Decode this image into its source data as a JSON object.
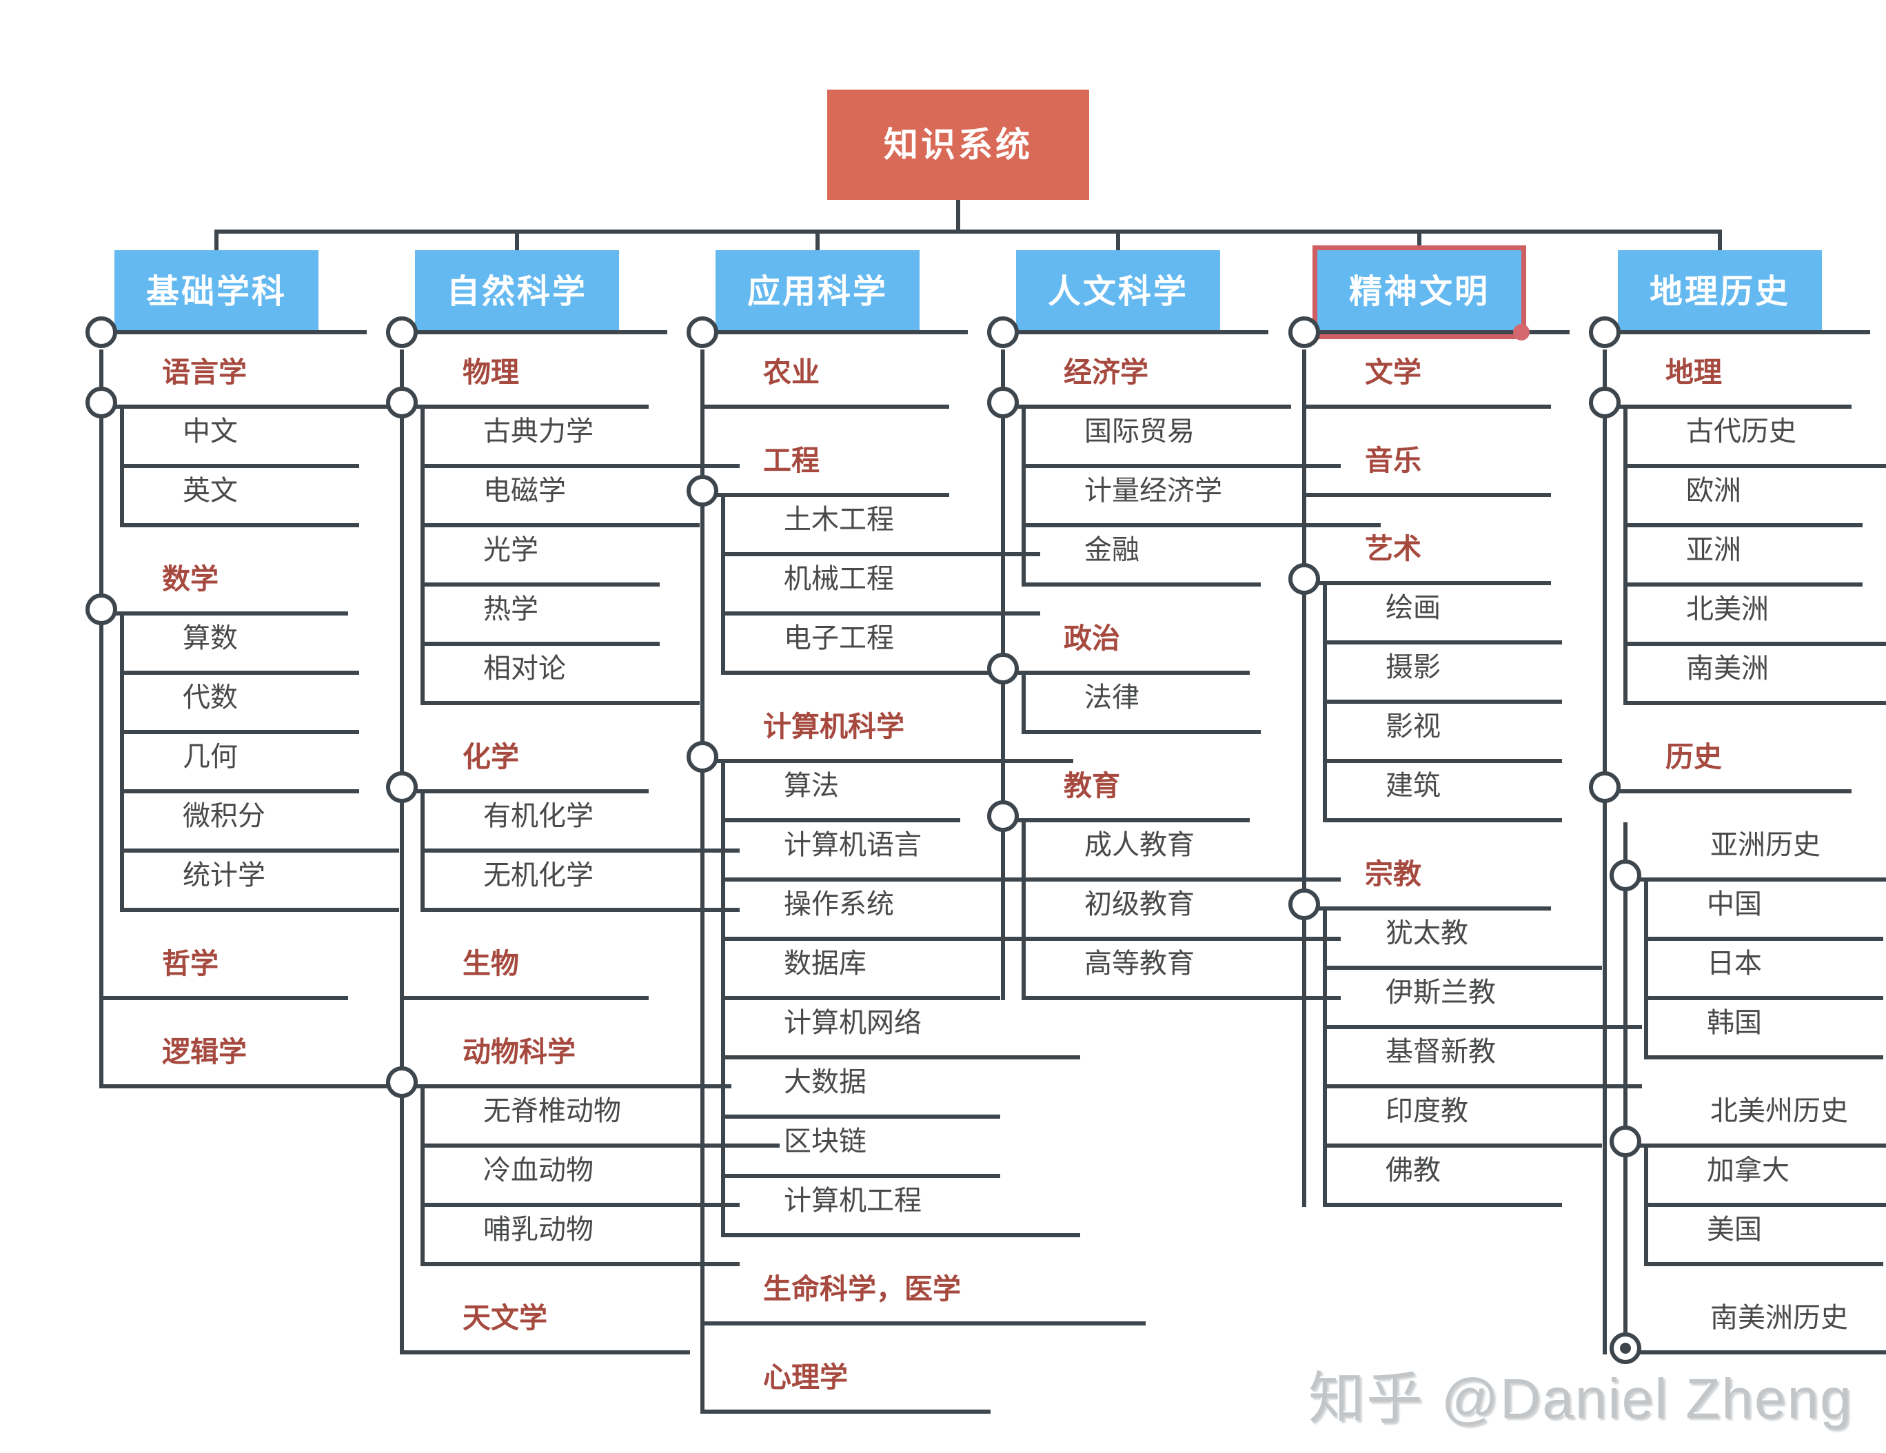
{
  "title": {
    "label": "知识系统"
  },
  "watermark": {
    "text": "知乎 @Daniel Zheng"
  },
  "colors": {
    "root_box": "#d96a57",
    "branch_box": "#64b9f0",
    "box_text": "#ffffff",
    "category_text": "#a6493f",
    "item_text": "#47494b",
    "line": "#3e464d",
    "selected_border": "#d05f63",
    "selected_handle": "#d4686e",
    "watermark": "#c3c6c9"
  },
  "tree": {
    "root_label": "知识系统",
    "branches": [
      {
        "label": "基础学科",
        "selected": false,
        "nodes": [
          {
            "label": "语言学",
            "red": true,
            "circle": true,
            "children": [
              {
                "label": "中文"
              },
              {
                "label": "英文"
              }
            ]
          },
          {
            "label": "数学",
            "red": true,
            "circle": true,
            "children": [
              {
                "label": "算数"
              },
              {
                "label": "代数"
              },
              {
                "label": "几何"
              },
              {
                "label": "微积分"
              },
              {
                "label": "统计学"
              }
            ]
          },
          {
            "label": "哲学",
            "red": true
          },
          {
            "label": "逻辑学",
            "red": true
          }
        ]
      },
      {
        "label": "自然科学",
        "selected": false,
        "nodes": [
          {
            "label": "物理",
            "red": true,
            "circle": true,
            "children": [
              {
                "label": "古典力学"
              },
              {
                "label": "电磁学"
              },
              {
                "label": "光学"
              },
              {
                "label": "热学"
              },
              {
                "label": "相对论"
              }
            ]
          },
          {
            "label": "化学",
            "red": true,
            "circle": true,
            "children": [
              {
                "label": "有机化学"
              },
              {
                "label": "无机化学"
              }
            ]
          },
          {
            "label": "生物",
            "red": true
          },
          {
            "label": "动物科学",
            "red": true,
            "circle": true,
            "children": [
              {
                "label": "无脊椎动物"
              },
              {
                "label": "冷血动物"
              },
              {
                "label": "哺乳动物"
              }
            ]
          },
          {
            "label": "天文学",
            "red": true
          }
        ]
      },
      {
        "label": "应用科学",
        "selected": false,
        "nodes": [
          {
            "label": "农业",
            "red": true
          },
          {
            "label": "工程",
            "red": true,
            "circle": true,
            "children": [
              {
                "label": "土木工程"
              },
              {
                "label": "机械工程"
              },
              {
                "label": "电子工程"
              }
            ]
          },
          {
            "label": "计算机科学",
            "red": true,
            "circle": true,
            "children": [
              {
                "label": "算法"
              },
              {
                "label": "计算机语言"
              },
              {
                "label": "操作系统"
              },
              {
                "label": "数据库"
              },
              {
                "label": "计算机网络"
              },
              {
                "label": "大数据"
              },
              {
                "label": "区块链"
              },
              {
                "label": "计算机工程"
              }
            ]
          },
          {
            "label": "生命科学，医学",
            "red": true
          },
          {
            "label": "心理学",
            "red": true
          }
        ]
      },
      {
        "label": "人文科学",
        "selected": false,
        "nodes": [
          {
            "label": "经济学",
            "red": true,
            "circle": true,
            "children": [
              {
                "label": "国际贸易"
              },
              {
                "label": "计量经济学"
              },
              {
                "label": "金融"
              }
            ]
          },
          {
            "label": "政治",
            "red": true,
            "circle": true,
            "children": [
              {
                "label": "法律"
              }
            ]
          },
          {
            "label": "教育",
            "red": true,
            "circle": true,
            "children": [
              {
                "label": "成人教育"
              },
              {
                "label": "初级教育"
              },
              {
                "label": "高等教育"
              }
            ]
          }
        ]
      },
      {
        "label": "精神文明",
        "selected": true,
        "nodes": [
          {
            "label": "文学",
            "red": true
          },
          {
            "label": "音乐",
            "red": true
          },
          {
            "label": "艺术",
            "red": true,
            "circle": true,
            "children": [
              {
                "label": "绘画"
              },
              {
                "label": "摄影"
              },
              {
                "label": "影视"
              },
              {
                "label": "建筑"
              }
            ]
          },
          {
            "label": "宗教",
            "red": true,
            "circle": true,
            "children": [
              {
                "label": "犹太教"
              },
              {
                "label": "伊斯兰教"
              },
              {
                "label": "基督新教"
              },
              {
                "label": "印度教"
              },
              {
                "label": "佛教"
              }
            ]
          }
        ]
      },
      {
        "label": "地理历史",
        "selected": false,
        "nodes": [
          {
            "label": "地理",
            "red": true,
            "circle": true,
            "children": [
              {
                "label": "古代历史"
              },
              {
                "label": "欧洲"
              },
              {
                "label": "亚洲"
              },
              {
                "label": "北美洲"
              },
              {
                "label": "南美洲"
              }
            ]
          },
          {
            "label": "历史",
            "red": true,
            "circle": true,
            "children": [
              {
                "label": "亚洲历史",
                "circle": true,
                "children": [
                  {
                    "label": "中国"
                  },
                  {
                    "label": "日本"
                  },
                  {
                    "label": "韩国"
                  }
                ]
              },
              {
                "label": "北美州历史",
                "circle": true,
                "children": [
                  {
                    "label": "加拿大"
                  },
                  {
                    "label": "美国"
                  }
                ]
              },
              {
                "label": "南美洲历史",
                "circle": true,
                "dot": true
              }
            ]
          }
        ]
      }
    ]
  }
}
